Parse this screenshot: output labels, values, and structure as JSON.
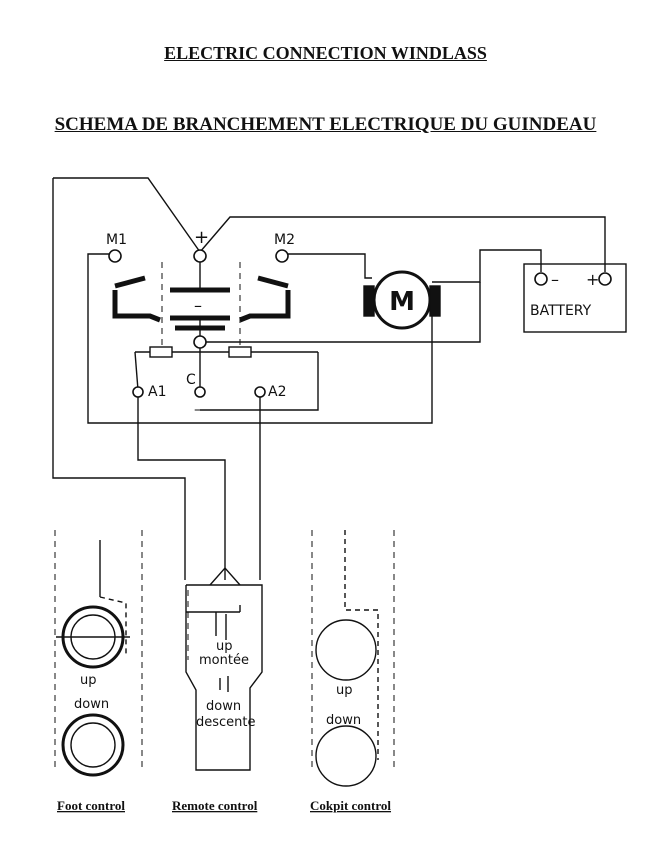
{
  "title": "ELECTRIC CONNECTION WINDLASS",
  "subtitle": "SCHEMA DE BRANCHEMENT ELECTRIQUE DU GUINDEAU",
  "terminals": {
    "m1": "M1",
    "m2": "M2",
    "plus": "+",
    "minus": "–",
    "a1": "A1",
    "a2": "A2",
    "c": "C",
    "c_minus": "–"
  },
  "motor": {
    "label": "M"
  },
  "battery": {
    "label": "BATTERY",
    "minus": "–",
    "plus": "+"
  },
  "remote": {
    "up": "up",
    "up_fr": "montée",
    "down": "down",
    "down_fr": "descente"
  },
  "foot": {
    "up": "up",
    "down": "down"
  },
  "cockpit": {
    "up": "up",
    "down": "down"
  },
  "captions": {
    "foot": "Foot control",
    "remote": "Remote control",
    "cockpit": "Cokpit control"
  }
}
